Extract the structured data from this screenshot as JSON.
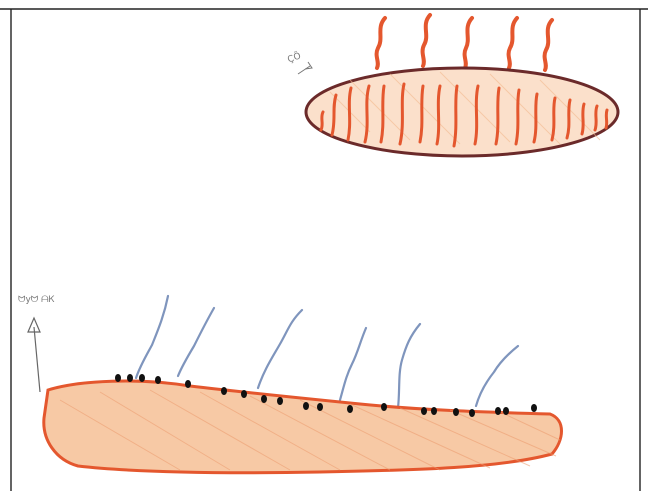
{
  "drawing": {
    "top_label": "ÇÕ",
    "bottom_label": "ᗢyᗢ ᗩᏦ",
    "colors": {
      "outline_dark": "#6b2a2a",
      "heat_orange": "#e4572e",
      "fill_peach": "#f6c7a4",
      "steam_blue": "#7f95bd",
      "dots": "#111111"
    },
    "icons": {
      "top": "heated-bread-loaf",
      "bottom": "land-with-steam"
    }
  }
}
